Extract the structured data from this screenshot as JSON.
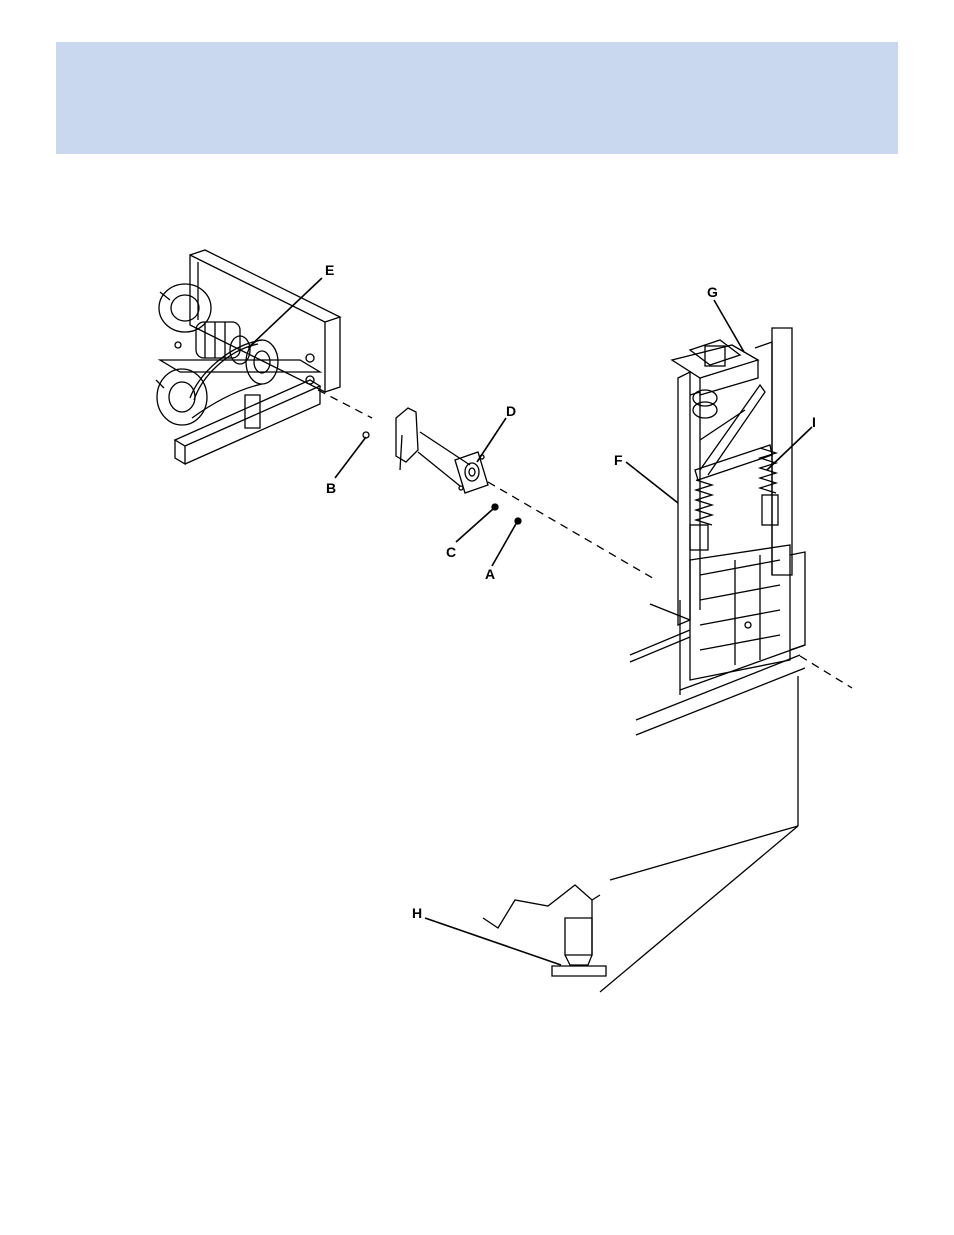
{
  "header": {
    "color": "#c9d8ef"
  },
  "diagram": {
    "callouts": [
      {
        "id": "E",
        "label": "E"
      },
      {
        "id": "D",
        "label": "D"
      },
      {
        "id": "B",
        "label": "B"
      },
      {
        "id": "C",
        "label": "C"
      },
      {
        "id": "A",
        "label": "A"
      },
      {
        "id": "G",
        "label": "G"
      },
      {
        "id": "F",
        "label": "F"
      },
      {
        "id": "I",
        "label": "I"
      },
      {
        "id": "H",
        "label": "H"
      }
    ]
  }
}
